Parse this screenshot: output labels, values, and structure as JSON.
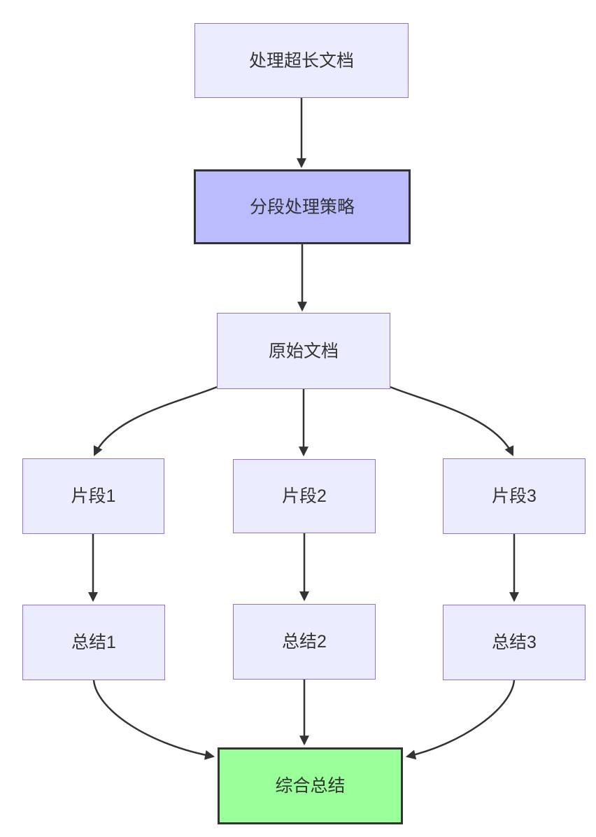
{
  "diagram": {
    "type": "flowchart-top-down",
    "nodes": [
      {
        "id": "A",
        "label": "处理超长文档",
        "role": "default"
      },
      {
        "id": "B",
        "label": "分段处理策略",
        "role": "emphasis-purple"
      },
      {
        "id": "C",
        "label": "原始文档",
        "role": "default"
      },
      {
        "id": "D",
        "label": "片段1",
        "role": "default"
      },
      {
        "id": "E",
        "label": "片段2",
        "role": "default"
      },
      {
        "id": "F",
        "label": "片段3",
        "role": "default"
      },
      {
        "id": "G",
        "label": "总结1",
        "role": "default"
      },
      {
        "id": "H",
        "label": "总结2",
        "role": "default"
      },
      {
        "id": "I",
        "label": "总结3",
        "role": "default"
      },
      {
        "id": "J",
        "label": "综合总结",
        "role": "emphasis-green"
      }
    ],
    "edges": [
      {
        "from": "处理超长文档",
        "to": "分段处理策略"
      },
      {
        "from": "分段处理策略",
        "to": "原始文档"
      },
      {
        "from": "原始文档",
        "to": "片段1"
      },
      {
        "from": "原始文档",
        "to": "片段2"
      },
      {
        "from": "原始文档",
        "to": "片段3"
      },
      {
        "from": "片段1",
        "to": "总结1"
      },
      {
        "from": "片段2",
        "to": "总结2"
      },
      {
        "from": "片段3",
        "to": "总结3"
      },
      {
        "from": "总结1",
        "to": "综合总结"
      },
      {
        "from": "总结2",
        "to": "综合总结"
      },
      {
        "from": "总结3",
        "to": "综合总结"
      }
    ],
    "colors": {
      "node_fill": "#ECECFF",
      "node_border": "#9370DB",
      "emphasis_purple_fill": "#BBBBFF",
      "emphasis_green_fill": "#99FF99",
      "emphasis_border": "#333333",
      "edge": "#333333",
      "text": "#333333",
      "background": "#FFFFFF"
    }
  }
}
